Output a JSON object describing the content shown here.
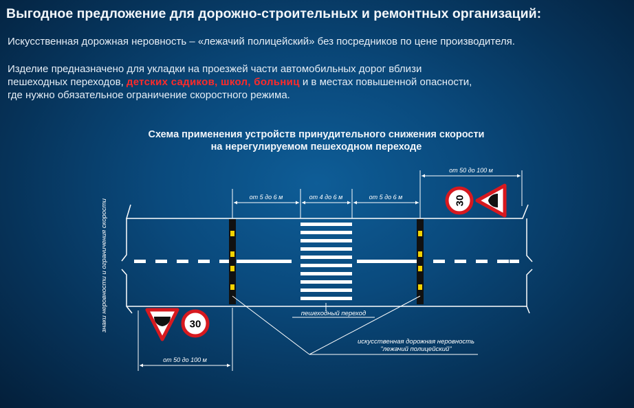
{
  "heading": "Выгодное предложение для дорожно-строительных и ремонтных организаций:",
  "intro": "Искусственная дорожная неровность – «лежачий полицейский» без посредников по цене производителя.",
  "purpose": {
    "line1": "Изделие предназначено для укладки на проезжей части автомобильных дорог вблизи",
    "line2_start": "пешеходных переходов, ",
    "line2_highlight": "детских садиков, школ, больниц",
    "line2_end": " и в местах повышенной опасности,",
    "line3": "где нужно обязательное ограничение скоростного режима."
  },
  "scheme": {
    "title_line1": "Схема применения устройств принудительного снижения скорости",
    "title_line2": "на нерегулируемом пешеходном переходе",
    "dim_left": "от 5 до 6 м",
    "dim_center": "от 4 до 6 м",
    "dim_right": "от 5 до 6 м",
    "dim_sign_top": "от 50 до 100 м",
    "dim_sign_bottom": "от 50 до 100 м",
    "side_label": "знаки неровности и ограничения скорости",
    "crossing_label": "пешеходный переход",
    "bump_label_line1": "искусственная дорожная неровность",
    "bump_label_line2": "\"лежачий полицейский\"",
    "speed_limit": "30"
  },
  "colors": {
    "background": "#0a4a7d",
    "highlight": "#ff2a2a",
    "sign_red": "#d7191f",
    "bump_yellow": "#f2d200"
  }
}
